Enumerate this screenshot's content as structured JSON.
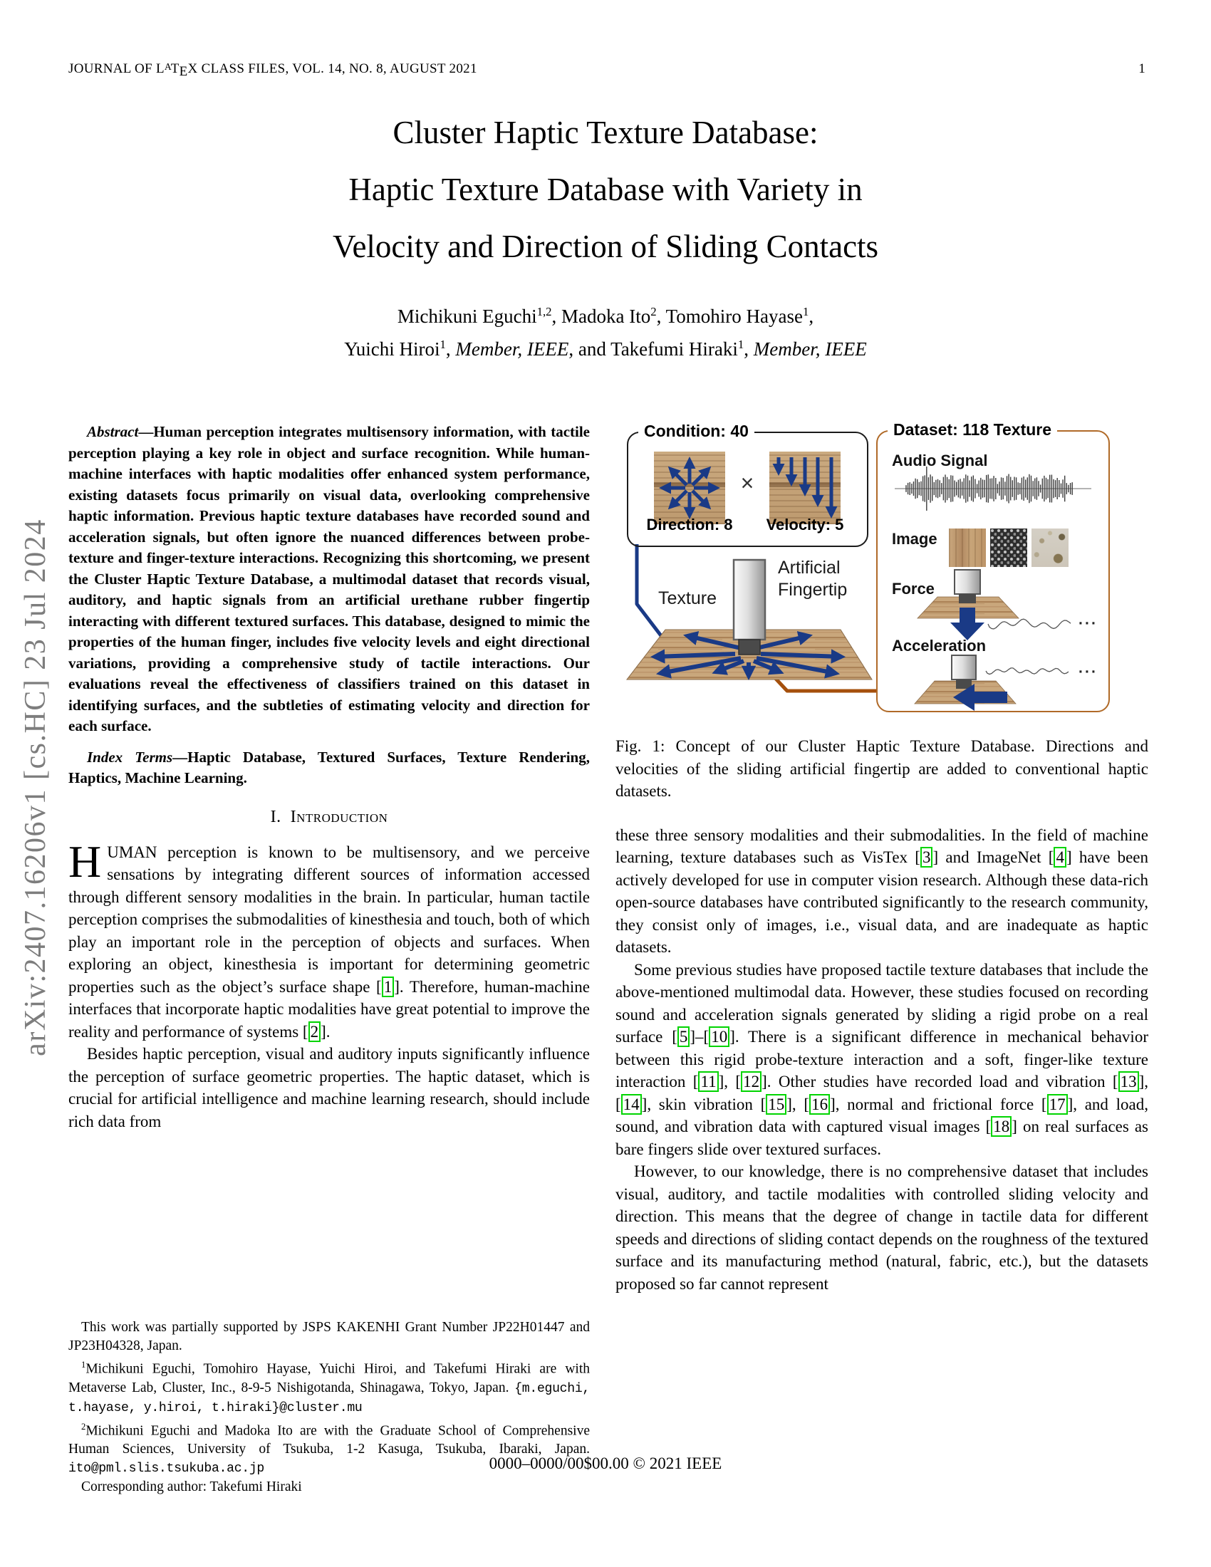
{
  "page": {
    "header_left": [
      {
        "t": "JOURNAL OF L"
      },
      {
        "t": "A",
        "s": "texA"
      },
      {
        "t": "T"
      },
      {
        "t": "E",
        "s": "texE"
      },
      {
        "t": "X CLASS FILES, VOL. 14, NO. 8, AUGUST 2021"
      }
    ],
    "page_number": "1",
    "footer": "0000–0000/00$00.00 © 2021 IEEE",
    "arxiv_watermark": "arXiv:2407.16206v1  [cs.HC]  23 Jul 2024"
  },
  "title": {
    "line1": "Cluster Haptic Texture Database:",
    "line2": "Haptic Texture Database with Variety in",
    "line3": "Velocity and Direction of Sliding Contacts"
  },
  "authors": {
    "line1": [
      {
        "t": "Michikuni Eguchi"
      },
      {
        "t": "1,2",
        "s": "sup"
      },
      {
        "t": ", Madoka Ito"
      },
      {
        "t": "2",
        "s": "sup"
      },
      {
        "t": ", Tomohiro Hayase"
      },
      {
        "t": "1",
        "s": "sup"
      },
      {
        "t": ","
      }
    ],
    "line2": [
      {
        "t": "Yuichi Hiroi"
      },
      {
        "t": "1",
        "s": "sup"
      },
      {
        "t": ", "
      },
      {
        "t": "Member, IEEE",
        "s": "i"
      },
      {
        "t": ", and Takefumi Hiraki"
      },
      {
        "t": "1",
        "s": "sup"
      },
      {
        "t": ", "
      },
      {
        "t": "Member, IEEE",
        "s": "i"
      }
    ]
  },
  "abstract": {
    "label": "Abstract",
    "text": "—Human perception integrates multisensory information, with tactile perception playing a key role in object and surface recognition. While human-machine interfaces with haptic modalities offer enhanced system performance, existing datasets focus primarily on visual data, overlooking comprehensive haptic information. Previous haptic texture databases have recorded sound and acceleration signals, but often ignore the nuanced differences between probe-texture and finger-texture interactions. Recognizing this shortcoming, we present the Cluster Haptic Texture Database, a multimodal dataset that records visual, auditory, and haptic signals from an artificial urethane rubber fingertip interacting with different textured surfaces. This database, designed to mimic the properties of the human finger, includes five velocity levels and eight directional variations, providing a comprehensive study of tactile interactions. Our evaluations reveal the effectiveness of classifiers trained on this dataset in identifying surfaces, and the subtleties of estimating velocity and direction for each surface."
  },
  "index_terms": {
    "label": "Index Terms",
    "text": "—Haptic Database, Textured Surfaces, Texture Rendering, Haptics, Machine Learning."
  },
  "section1": {
    "number": "I.",
    "title": "Introduction"
  },
  "intro": {
    "dropcap": "H",
    "p1": "UMAN perception is known to be multisensory, and we perceive sensations by integrating different sources of information accessed through different sensory modalities in the brain. In particular, human tactile perception comprises the submodalities of kinesthesia and touch, both of which play an important role in the perception of objects and surfaces. When exploring an object, kinesthesia is important for determining geometric properties such as the object’s surface shape [1]. Therefore, human-machine interfaces that incorporate haptic modalities have great potential to improve the reality and performance of systems [2].",
    "p2": "Besides haptic perception, visual and auditory inputs significantly influence the perception of surface geometric properties. The haptic dataset, which is crucial for artificial intelligence and machine learning research, should include rich data from"
  },
  "footnotes": {
    "fn0": [
      {
        "t": "This work was partially supported by JSPS KAKENHI Grant Number JP22H01447 and JP23H04328, Japan."
      }
    ],
    "fn1": [
      {
        "t": "1",
        "s": "sup"
      },
      {
        "t": "Michikuni Eguchi, Tomohiro Hayase, Yuichi Hiroi, and Takefumi Hiraki are with Metaverse Lab, Cluster, Inc., 8-9-5 Nishigotanda, Shinagawa, Tokyo, Japan. "
      },
      {
        "t": "{m.eguchi, t.hayase, y.hiroi, t.hiraki}@cluster.mu",
        "s": "m"
      }
    ],
    "fn2": [
      {
        "t": "2",
        "s": "sup"
      },
      {
        "t": "Michikuni Eguchi and Madoka Ito are with the Graduate School of Comprehensive Human Sciences, University of Tsukuba, 1-2 Kasuga, Tsukuba, Ibaraki, Japan. "
      },
      {
        "t": "ito@pml.slis.tsukuba.ac.jp",
        "s": "m"
      }
    ],
    "fn3": [
      {
        "t": "Corresponding author: Takefumi Hiraki"
      }
    ]
  },
  "figure1": {
    "condition": {
      "title": "Condition: 40",
      "times": "×",
      "direction_label": "Direction: 8",
      "velocity_label": "Velocity: 5",
      "direction_count": 8,
      "velocity_count": 5
    },
    "scene": {
      "texture_label": "Texture",
      "fingertip_label_line1": "Artificial",
      "fingertip_label_line2": "Fingertip"
    },
    "dataset": {
      "title": "Dataset: 118 Texture",
      "audio_label": "Audio Signal",
      "image_label": "Image",
      "force_label": "Force",
      "accel_label": "Acceleration",
      "ellipsis": "···"
    },
    "caption": "Fig. 1: Concept of our Cluster Haptic Texture Database. Directions and velocities of the sliding artificial fingertip are added to conventional haptic datasets.",
    "colors": {
      "arrow_blue": "#1a3a86",
      "dataset_border": "#b06a28",
      "connector_orange": "#a5500d",
      "cite_green": "#00d400"
    }
  },
  "right_column": {
    "p1": "these three sensory modalities and their submodalities. In the field of machine learning, texture databases such as VisTex [3] and ImageNet [4] have been actively developed for use in computer vision research. Although these data-rich open-source databases have contributed significantly to the research community, they consist only of images, i.e., visual data, and are inadequate as haptic datasets.",
    "p2": "Some previous studies have proposed tactile texture databases that include the above-mentioned multimodal data. However, these studies focused on recording sound and acceleration signals generated by sliding a rigid probe on a real surface [5]–[10]. There is a significant difference in mechanical behavior between this rigid probe-texture interaction and a soft, finger-like texture interaction [11], [12]. Other studies have recorded load and vibration [13], [14], skin vibration [15], [16], normal and frictional force [17], and load, sound, and vibration data with captured visual images [18] on real surfaces as bare fingers slide over textured surfaces.",
    "p3": "However, to our knowledge, there is no comprehensive dataset that includes visual, auditory, and tactile modalities with controlled sliding velocity and direction. This means that the degree of change in tactile data for different speeds and directions of sliding contact depends on the roughness of the textured surface and its manufacturing method (natural, fabric, etc.), but the datasets proposed so far cannot represent"
  }
}
